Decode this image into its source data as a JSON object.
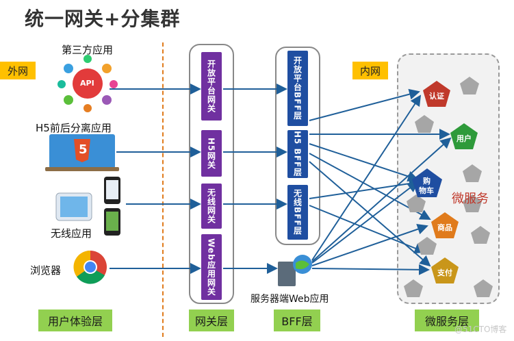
{
  "title": "统一网关+分集群",
  "zones": {
    "outer": "外网",
    "inner": "内网"
  },
  "layers": {
    "user": "用户体验层",
    "gateway": "网关层",
    "bff": "BFF层",
    "micro": "微服务层"
  },
  "apps": {
    "third_party": "第三方应用",
    "h5": "H5前后分离应用",
    "wireless": "无线应用",
    "browser": "浏览器",
    "api_badge": "API",
    "html5_badge": "5"
  },
  "gateways": {
    "open": "开放平台网关",
    "h5": "H5网关",
    "wireless": "无线网关",
    "web": "Web应用网关"
  },
  "bff": {
    "open": "开放平台BFF层",
    "h5": "H5 BFF层",
    "wireless": "无线BFF层",
    "webapp": "服务器端Web应用"
  },
  "services": {
    "auth": "认证",
    "user": "用户",
    "cart_1": "购",
    "cart_2": "物车",
    "product": "商品",
    "pay": "支付",
    "label": "微服务"
  },
  "watermark": "@51CTO博客",
  "colors": {
    "gateway": "#7030a0",
    "bff": "#1f4ea1",
    "auth": "#c0392b",
    "user": "#2e9a3a",
    "cart": "#1f4ea1",
    "product": "#e07b1c",
    "pay": "#c9961a",
    "label_green": "#92d050"
  }
}
